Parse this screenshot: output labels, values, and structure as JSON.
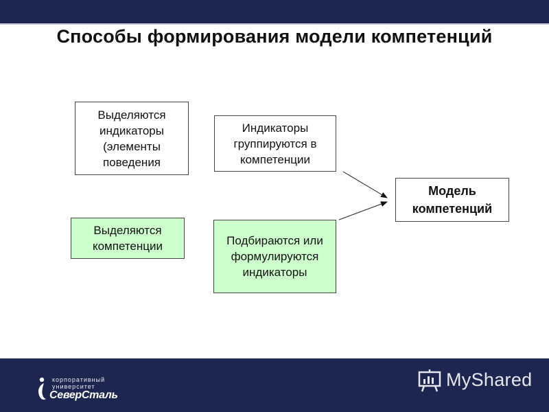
{
  "title": "Способы формирования модели компетенций",
  "boxes": {
    "box1": "Выделяются индикаторы (элементы поведения",
    "box2": "Индикаторы группируются в компетенции",
    "box3": "Выделяются компетенции",
    "box4": "Подбираются или формулируются индикаторы",
    "box5": "Модель компетенций"
  },
  "footer": {
    "logo_line1": "корпоративный",
    "logo_line2": "университет",
    "logo_brand": "СеверСталь",
    "watermark": "MyShared"
  },
  "colors": {
    "bar": "#1d2650",
    "green_box": "#ccffcc"
  }
}
